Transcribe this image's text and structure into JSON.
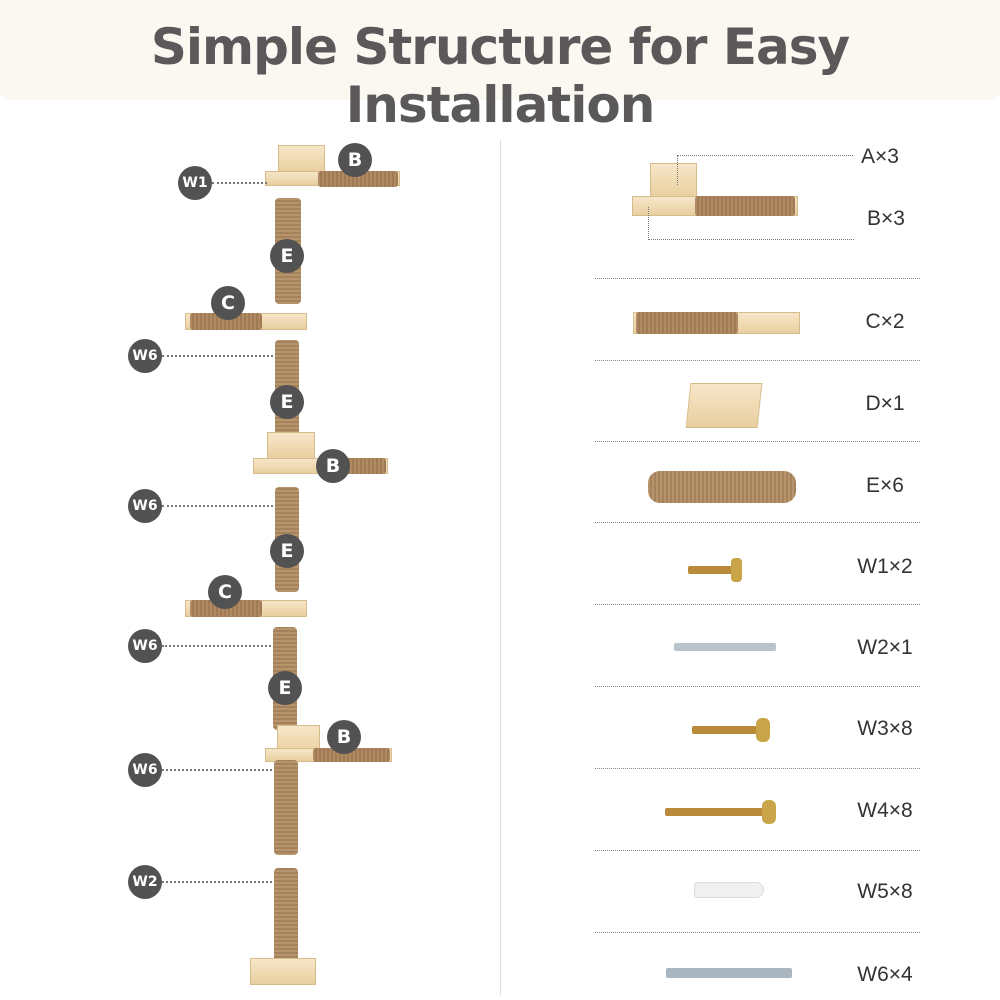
{
  "header": {
    "title": "Simple Structure for Easy Installation"
  },
  "assembly": {
    "b1": "B",
    "w1": "W1",
    "e1": "E",
    "c1": "C",
    "w6a": "W6",
    "e2": "E",
    "b2": "B",
    "w6b": "W6",
    "e3": "E",
    "c2": "C",
    "w6c": "W6",
    "e4": "E",
    "b3": "B",
    "w6d": "W6",
    "w2": "W2"
  },
  "parts": [
    "A×3",
    "B×3",
    "C×2",
    "D×1",
    "E×6",
    "W1×2",
    "W2×1",
    "W3×8",
    "W4×8",
    "W5×8",
    "W6×4"
  ],
  "colors": {
    "title": "#5a5858",
    "badge": "#525252",
    "header_bg": "#fbf8f2"
  }
}
